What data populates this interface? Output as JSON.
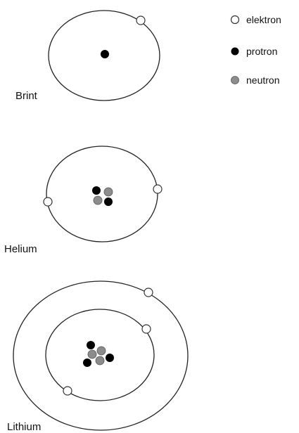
{
  "legend": {
    "electron": "elektron",
    "proton": "protron",
    "neutron": "neutron"
  },
  "atoms": {
    "hydrogen": {
      "label": "Brint",
      "electrons": 1,
      "protons": 1,
      "neutrons": 0
    },
    "helium": {
      "label": "Helium",
      "electrons": 2,
      "protons": 2,
      "neutrons": 2
    },
    "lithium": {
      "label": "Lithium",
      "electrons": 3,
      "protons": 3,
      "neutrons": 3
    }
  },
  "colors": {
    "electron": "#ffffff",
    "proton": "#000000",
    "neutron": "#8c8c8c",
    "orbit": "#222222"
  }
}
